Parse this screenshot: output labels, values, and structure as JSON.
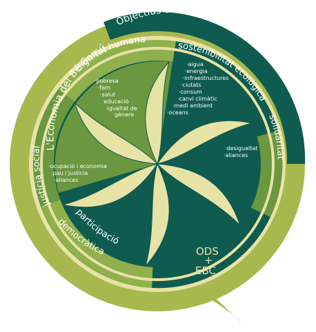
{
  "outer_ring": {
    "left_label": "L'Economia del Bé Comú",
    "right_label": "Objectius de Desenvolupament Sostenible"
  },
  "sectors": {
    "top_left": "dignitat humana",
    "top_right": "sostenibilitat ecològica",
    "left": "justícia social",
    "right": "solidaritat",
    "bottom_left": [
      "participació",
      "democràtica"
    ]
  },
  "lists": {
    "dignitat": [
      "·pobresa",
      "·fam",
      "·salut",
      "·educació",
      "·igualtat de",
      "gènere"
    ],
    "ecologica": [
      "·aigua",
      "·energia",
      "·infraestructures",
      "·ciutats",
      "·consum",
      "·canvi climàtic",
      "·medi ambient",
      "·oceans"
    ],
    "solidaritat": [
      "·desigualtat",
      "·aliances"
    ],
    "justicia": [
      "·ocupació i economia",
      "·pau i justícia",
      "·aliances"
    ]
  },
  "center_badge": [
    "ODS",
    "+",
    "EBC"
  ],
  "colors": {
    "dark_teal": "#0f5b4f",
    "mid_green": "#6a9740",
    "light_green": "#8fb04d",
    "olive_ring": "#a7b84f",
    "cream": "#e7e2a6",
    "white": "#ffffff"
  }
}
